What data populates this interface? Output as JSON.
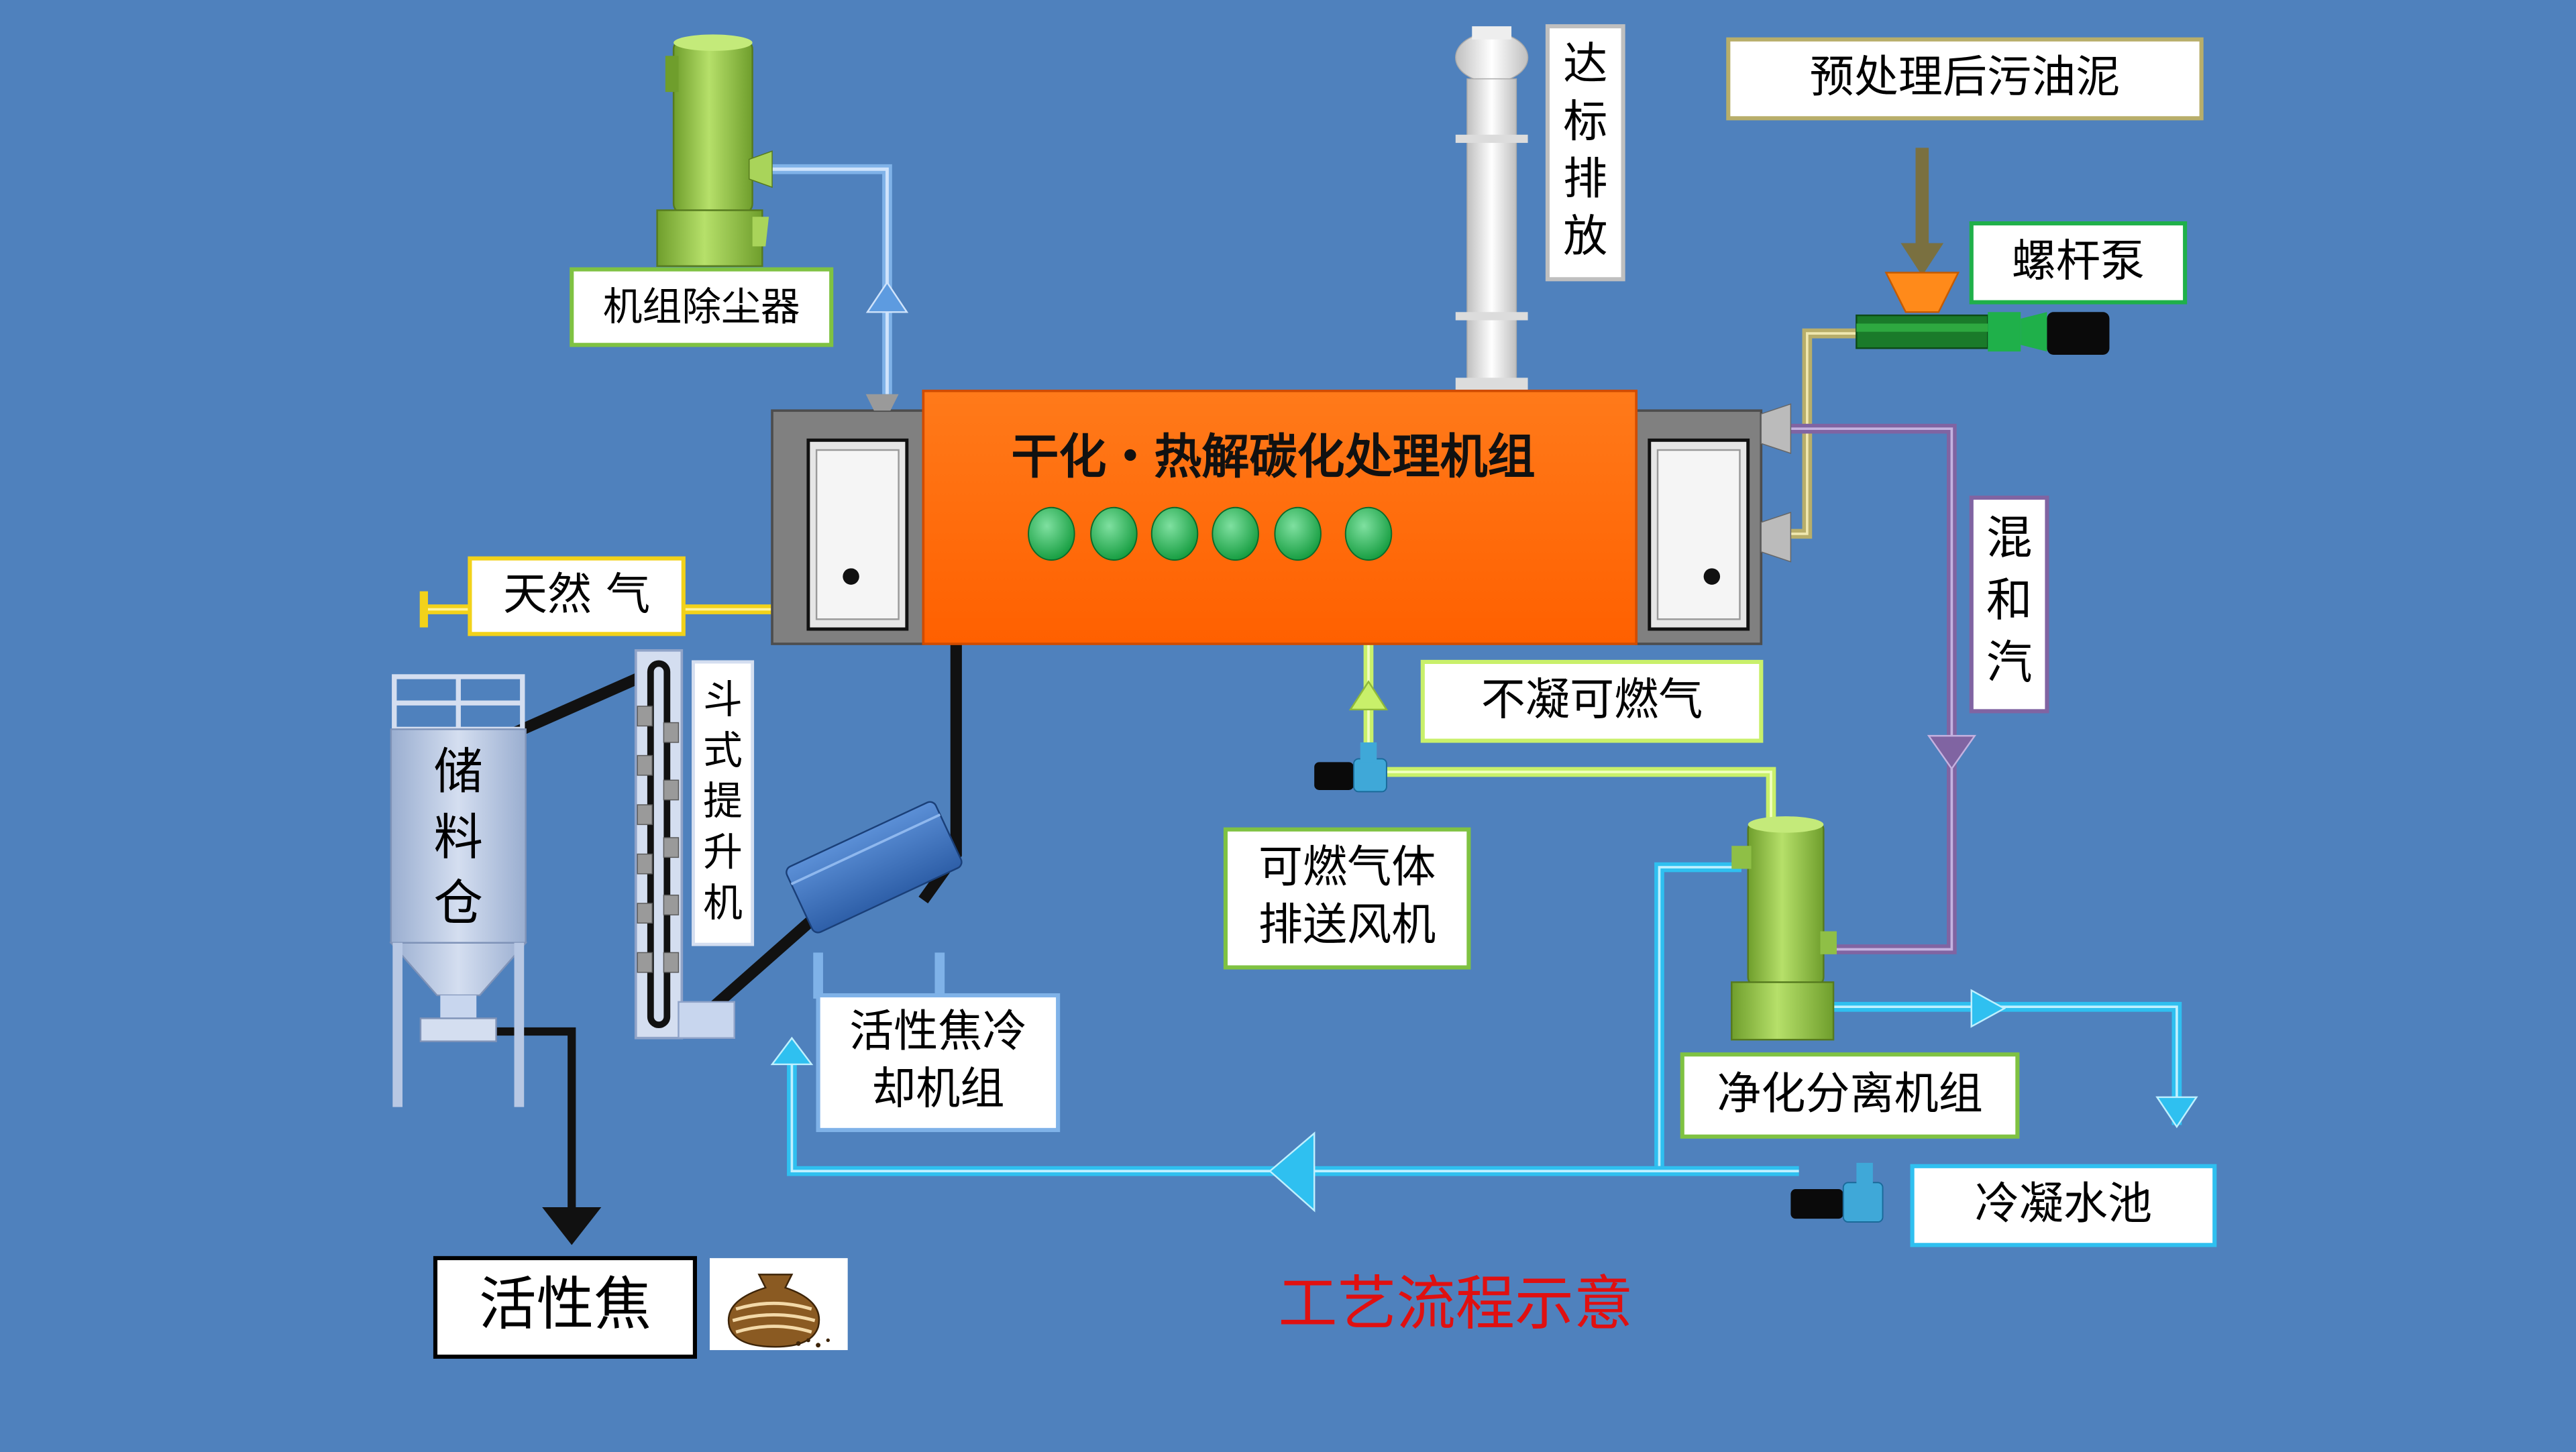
{
  "title": "工艺流程示意",
  "colors": {
    "background": "#4f81bd",
    "furnace": "#ff6600",
    "title_red": "#e01010",
    "label_border_green": "#7fc242",
    "gas_yellow": "#f2d21a",
    "water_cyan": "#2fc0f0",
    "steam_purple": "#8064a2",
    "equipment_green": "#92c94a"
  },
  "furnace_label": "干化・热解碳化处理机组",
  "labels": {
    "dust_collector": "机组除尘器",
    "discharge": [
      "达",
      "标",
      "排",
      "放"
    ],
    "pretreated_sludge": "预处理后污油泥",
    "screw_pump": "螺杆泵",
    "natural_gas": "天然 气",
    "non_condensable_gas": "不凝可燃气",
    "mixed_steam": [
      "混",
      "和",
      "汽"
    ],
    "storage_silo": [
      "储",
      "料",
      "仓"
    ],
    "bucket_elevator": [
      "斗",
      "式",
      "提",
      "升",
      "机"
    ],
    "gas_fan": [
      "可燃气体",
      "排送风机"
    ],
    "coke_cooler": [
      "活性焦冷",
      "却机组"
    ],
    "purification_unit": "净化分离机组",
    "condensate_pool": "冷凝水池",
    "activated_coke": "活性焦"
  },
  "icons": {
    "coke_sack": "sack-icon"
  }
}
